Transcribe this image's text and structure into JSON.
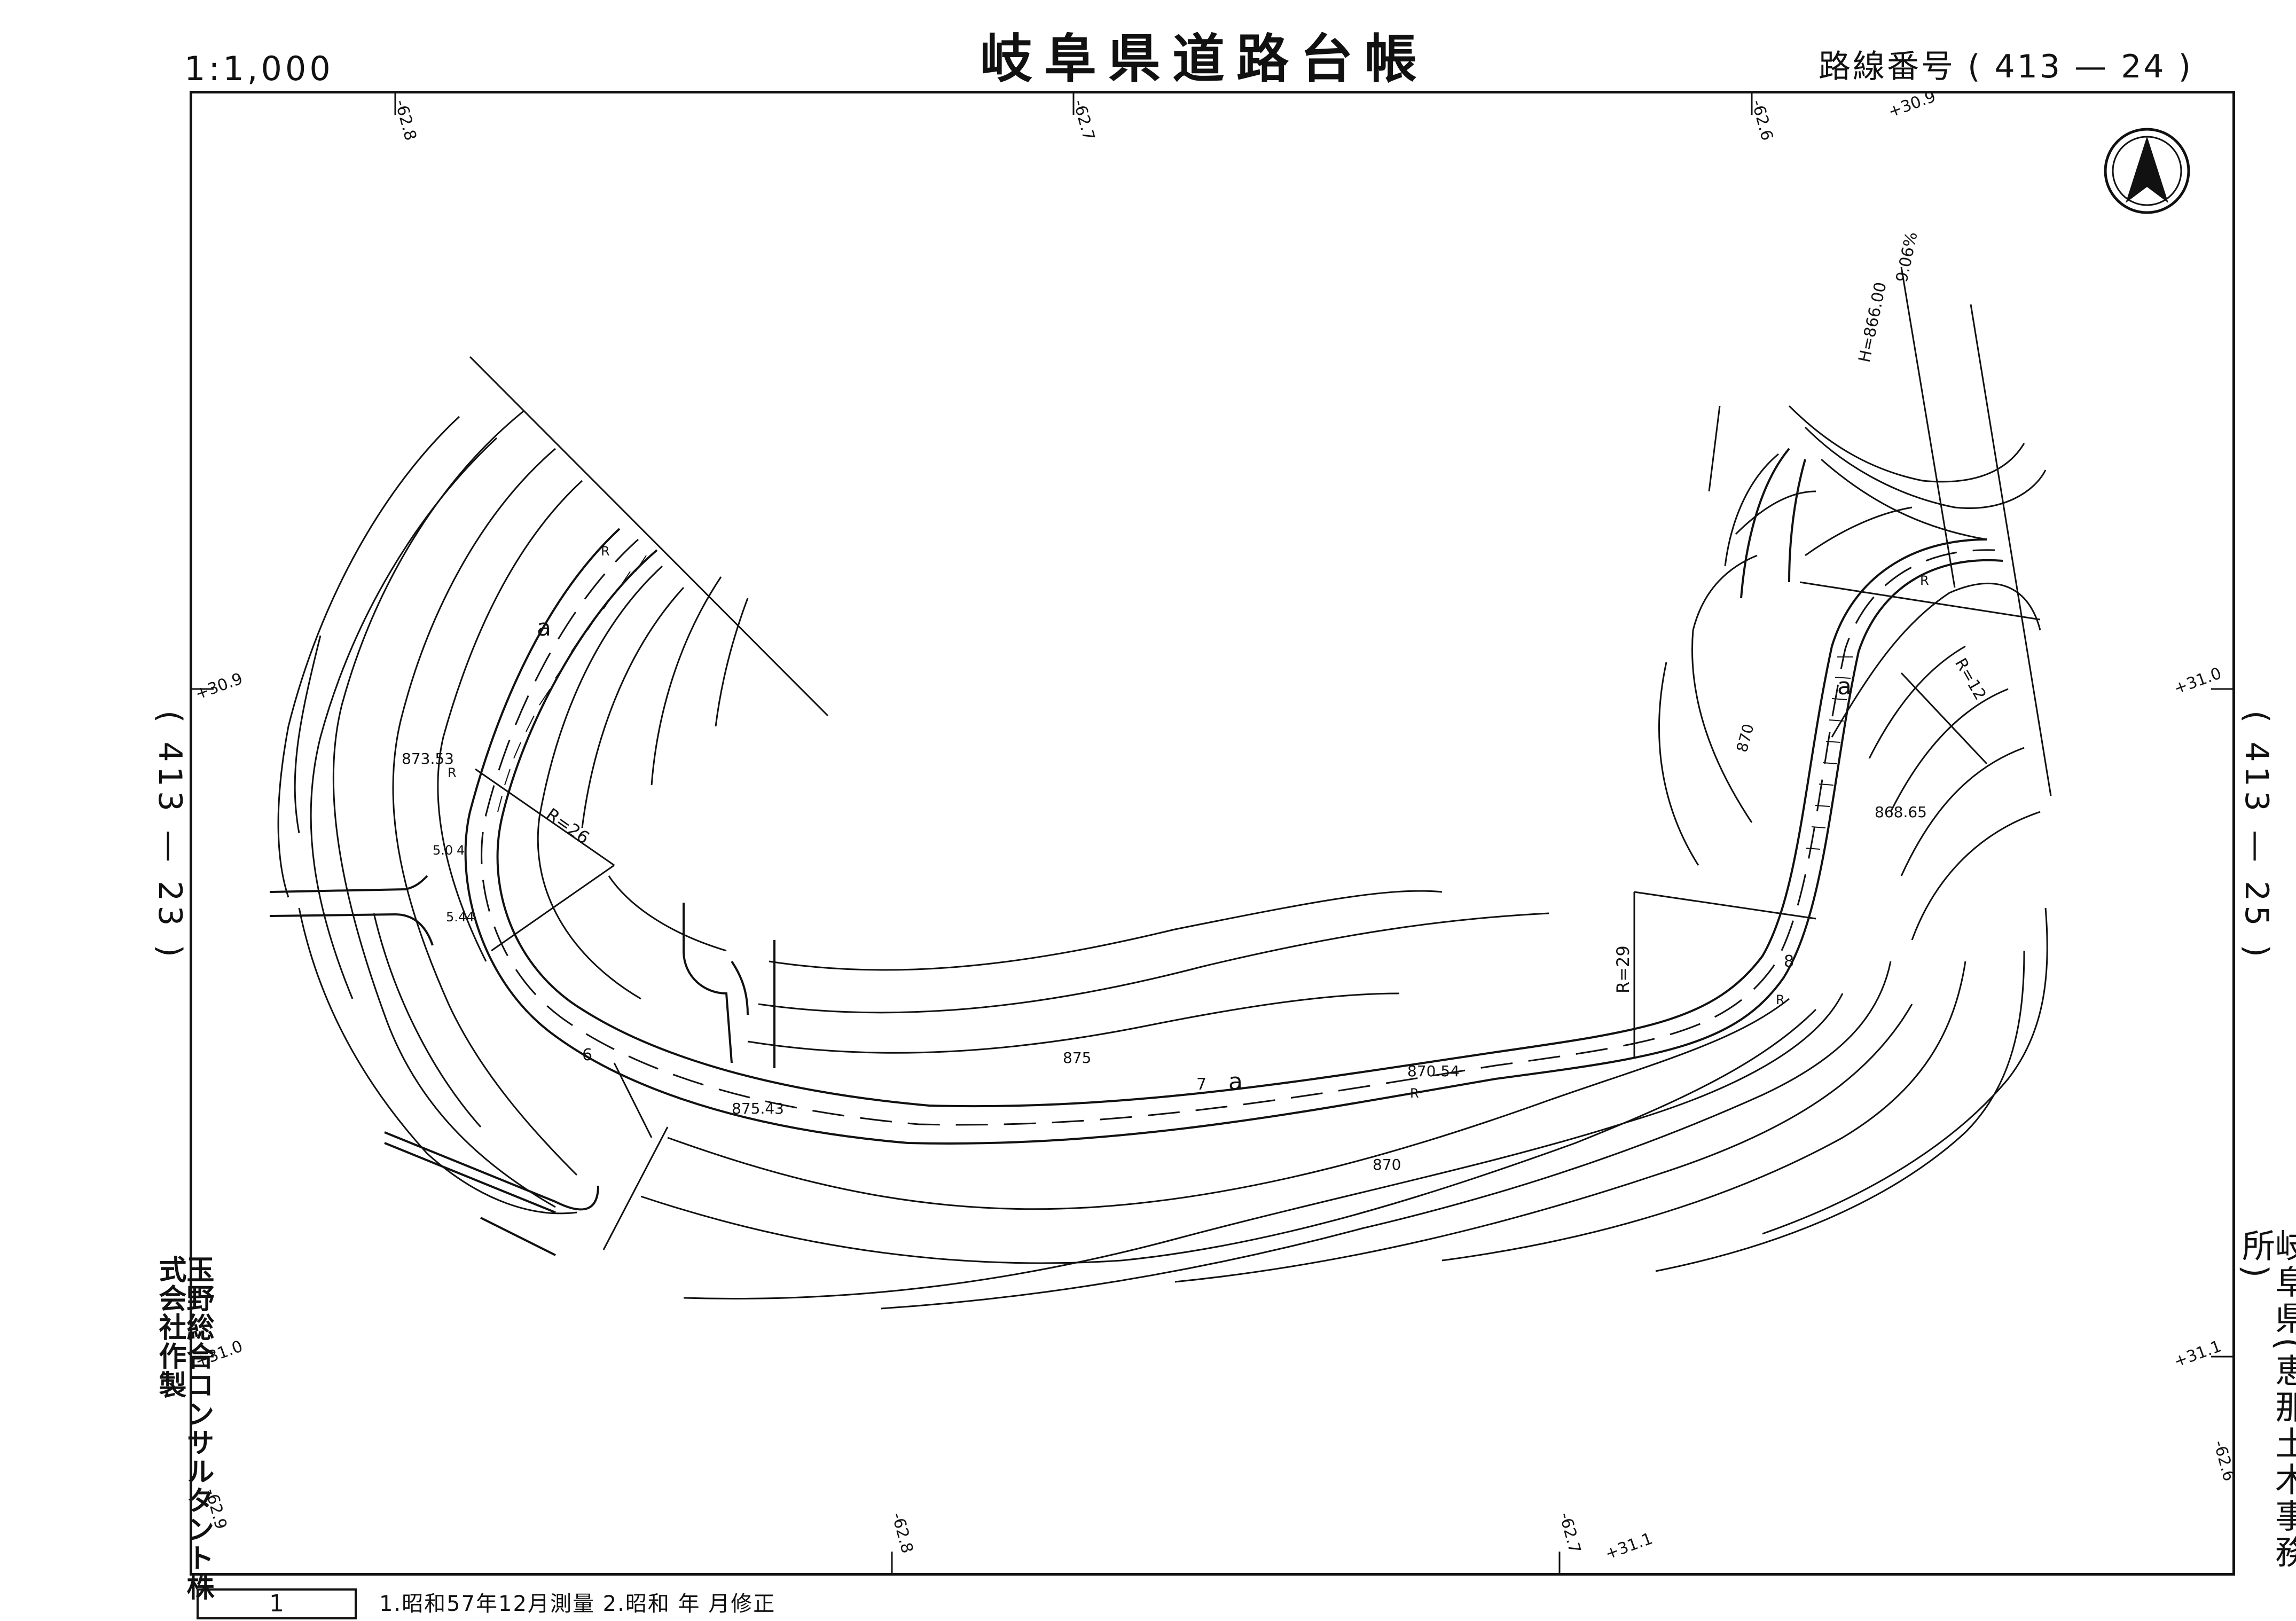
{
  "header": {
    "scale": "1:1,000",
    "title": "岐阜県道路台帳",
    "route_number": "路線番号 ( 413 — 24 )"
  },
  "side_labels": {
    "left_route": "( 413 — 23 )",
    "right_route": "( 413 — 25 )",
    "maker": "玉野総合コンサルタント株式会社作製",
    "office": "岐阜県(恵那土木事務所)"
  },
  "footer": {
    "sheet_number": "1",
    "survey_note": "1.昭和57年12月測量  2.昭和  年  月修正"
  },
  "grid_labels": {
    "top_1": "-62.8",
    "top_2": "-62.7",
    "top_3": "-62.6",
    "top_4": "+30.9",
    "left_1": "+30.9",
    "left_2": "+31.0",
    "left_3": "-62.9",
    "right_1": "+31.0",
    "right_2": "+31.1",
    "right_3": "-62.6",
    "bottom_1": "-62.8",
    "bottom_2": "-62.7",
    "bottom_3": "+31.1"
  },
  "map_labels": {
    "elev_1": "873.53",
    "elev_2": "875.43",
    "elev_3": "870.54",
    "elev_4": "868.65",
    "contour_875": "875",
    "contour_870a": "870",
    "contour_870b": "870",
    "radius_left": "R=26",
    "radius_mid": "R=29",
    "radius_right": "R=12",
    "height_note": "H=866.00",
    "grade_note": "9.06%",
    "lane_a1": "a",
    "lane_a2": "a",
    "lane_a3": "a",
    "station_6": "6",
    "station_7": "7",
    "station_8": "8",
    "width_1": "5.0",
    "width_2": "4",
    "width_3": "5.4",
    "width_4": "4",
    "r_mark_1": "R",
    "r_mark_2": "R",
    "r_mark_3": "R",
    "r_mark_4": "R",
    "r_mark_5": "R"
  },
  "colors": {
    "ink": "#111111",
    "paper": "#ffffff"
  },
  "icons": {
    "north_arrow": "north-arrow-icon"
  }
}
